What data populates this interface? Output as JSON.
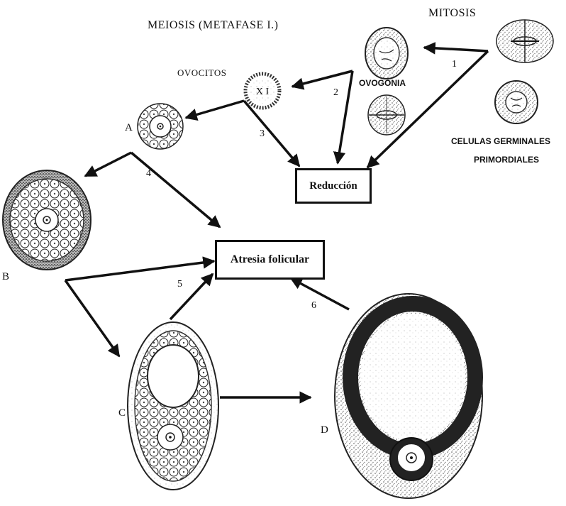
{
  "titles": {
    "meiosis": "MEIOSIS (METAFASE I.)",
    "mitosis": "MITOSIS"
  },
  "labels": {
    "ovocitos": "OVOCITOS",
    "ovogonia": "OVOGONIA",
    "celulas_line1": "CELULAS GERMINALES",
    "celulas_line2": "PRIMORDIALES",
    "cell_xl": "X I"
  },
  "stages": {
    "a": "A",
    "b": "B",
    "c": "C",
    "d": "D"
  },
  "boxes": {
    "reduccion": "Reducción",
    "atresia": "Atresia folicular"
  },
  "arrows": {
    "a1": "1",
    "a2": "2",
    "a3": "3",
    "a4": "4",
    "a5": "5",
    "a6": "6"
  },
  "colors": {
    "ink": "#111111",
    "paper": "#ffffff",
    "stipple": "#555555"
  }
}
